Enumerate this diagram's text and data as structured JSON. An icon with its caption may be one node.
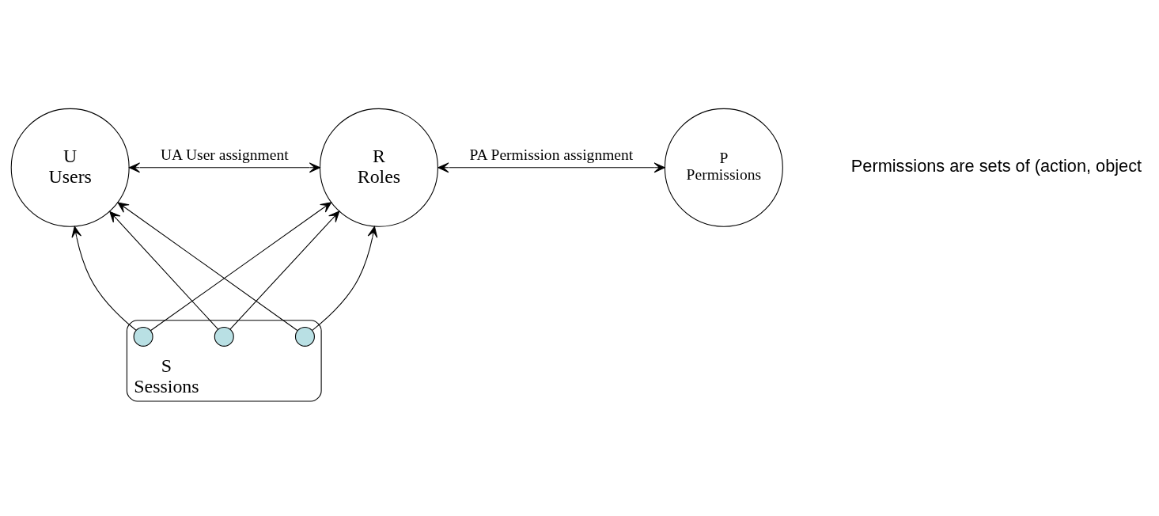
{
  "diagram": {
    "nodes": [
      {
        "text": [
          "U",
          "Users"
        ]
      },
      {
        "text": [
          "R",
          "Roles"
        ]
      },
      {
        "text": [
          "P",
          "Permissions"
        ]
      },
      {
        "text": [
          "S",
          "Sessions"
        ]
      },
      {
        "text": [],
        "shape": "circle",
        "in": 3
      },
      {
        "text": [],
        "shape": "circle",
        "in": 3
      },
      {
        "text": [],
        "shape": "circle",
        "in": 3
      }
    ],
    "edges": [
      {
        "from": 0,
        "to": 1,
        "arrow": "both",
        "label": "UA User assignment"
      },
      {
        "from": 1,
        "to": 2,
        "arrow": "both",
        "label": "PA Permission assignment"
      },
      {
        "from": 4,
        "to": 0,
        "arrow": "to"
      },
      {
        "from": 4,
        "to": 1,
        "arrow": "to"
      },
      {
        "from": 5,
        "to": 0,
        "arrow": "to"
      },
      {
        "from": 5,
        "to": 1,
        "arrow": "to"
      },
      {
        "from": 6,
        "to": 0,
        "arrow": "to"
      },
      {
        "from": 6,
        "to": 1,
        "arrow": "to"
      }
    ],
    "labels": [
      "Permissions are sets of (action, object"
    ]
  }
}
